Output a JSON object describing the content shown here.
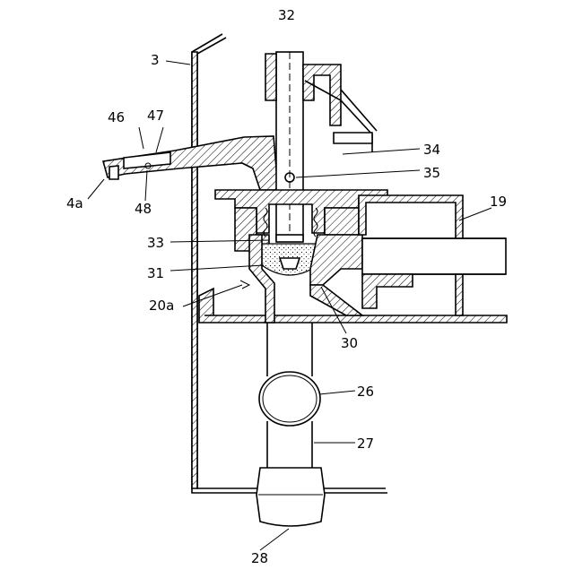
{
  "labels": {
    "l3": "3",
    "l32": "32",
    "l46": "46",
    "l47": "47",
    "l4a": "4a",
    "l48": "48",
    "l34": "34",
    "l35": "35",
    "l19": "19",
    "l33": "33",
    "l31": "31",
    "l20a": "20a",
    "l30": "30",
    "l26": "26",
    "l27": "27",
    "l28": "28"
  }
}
